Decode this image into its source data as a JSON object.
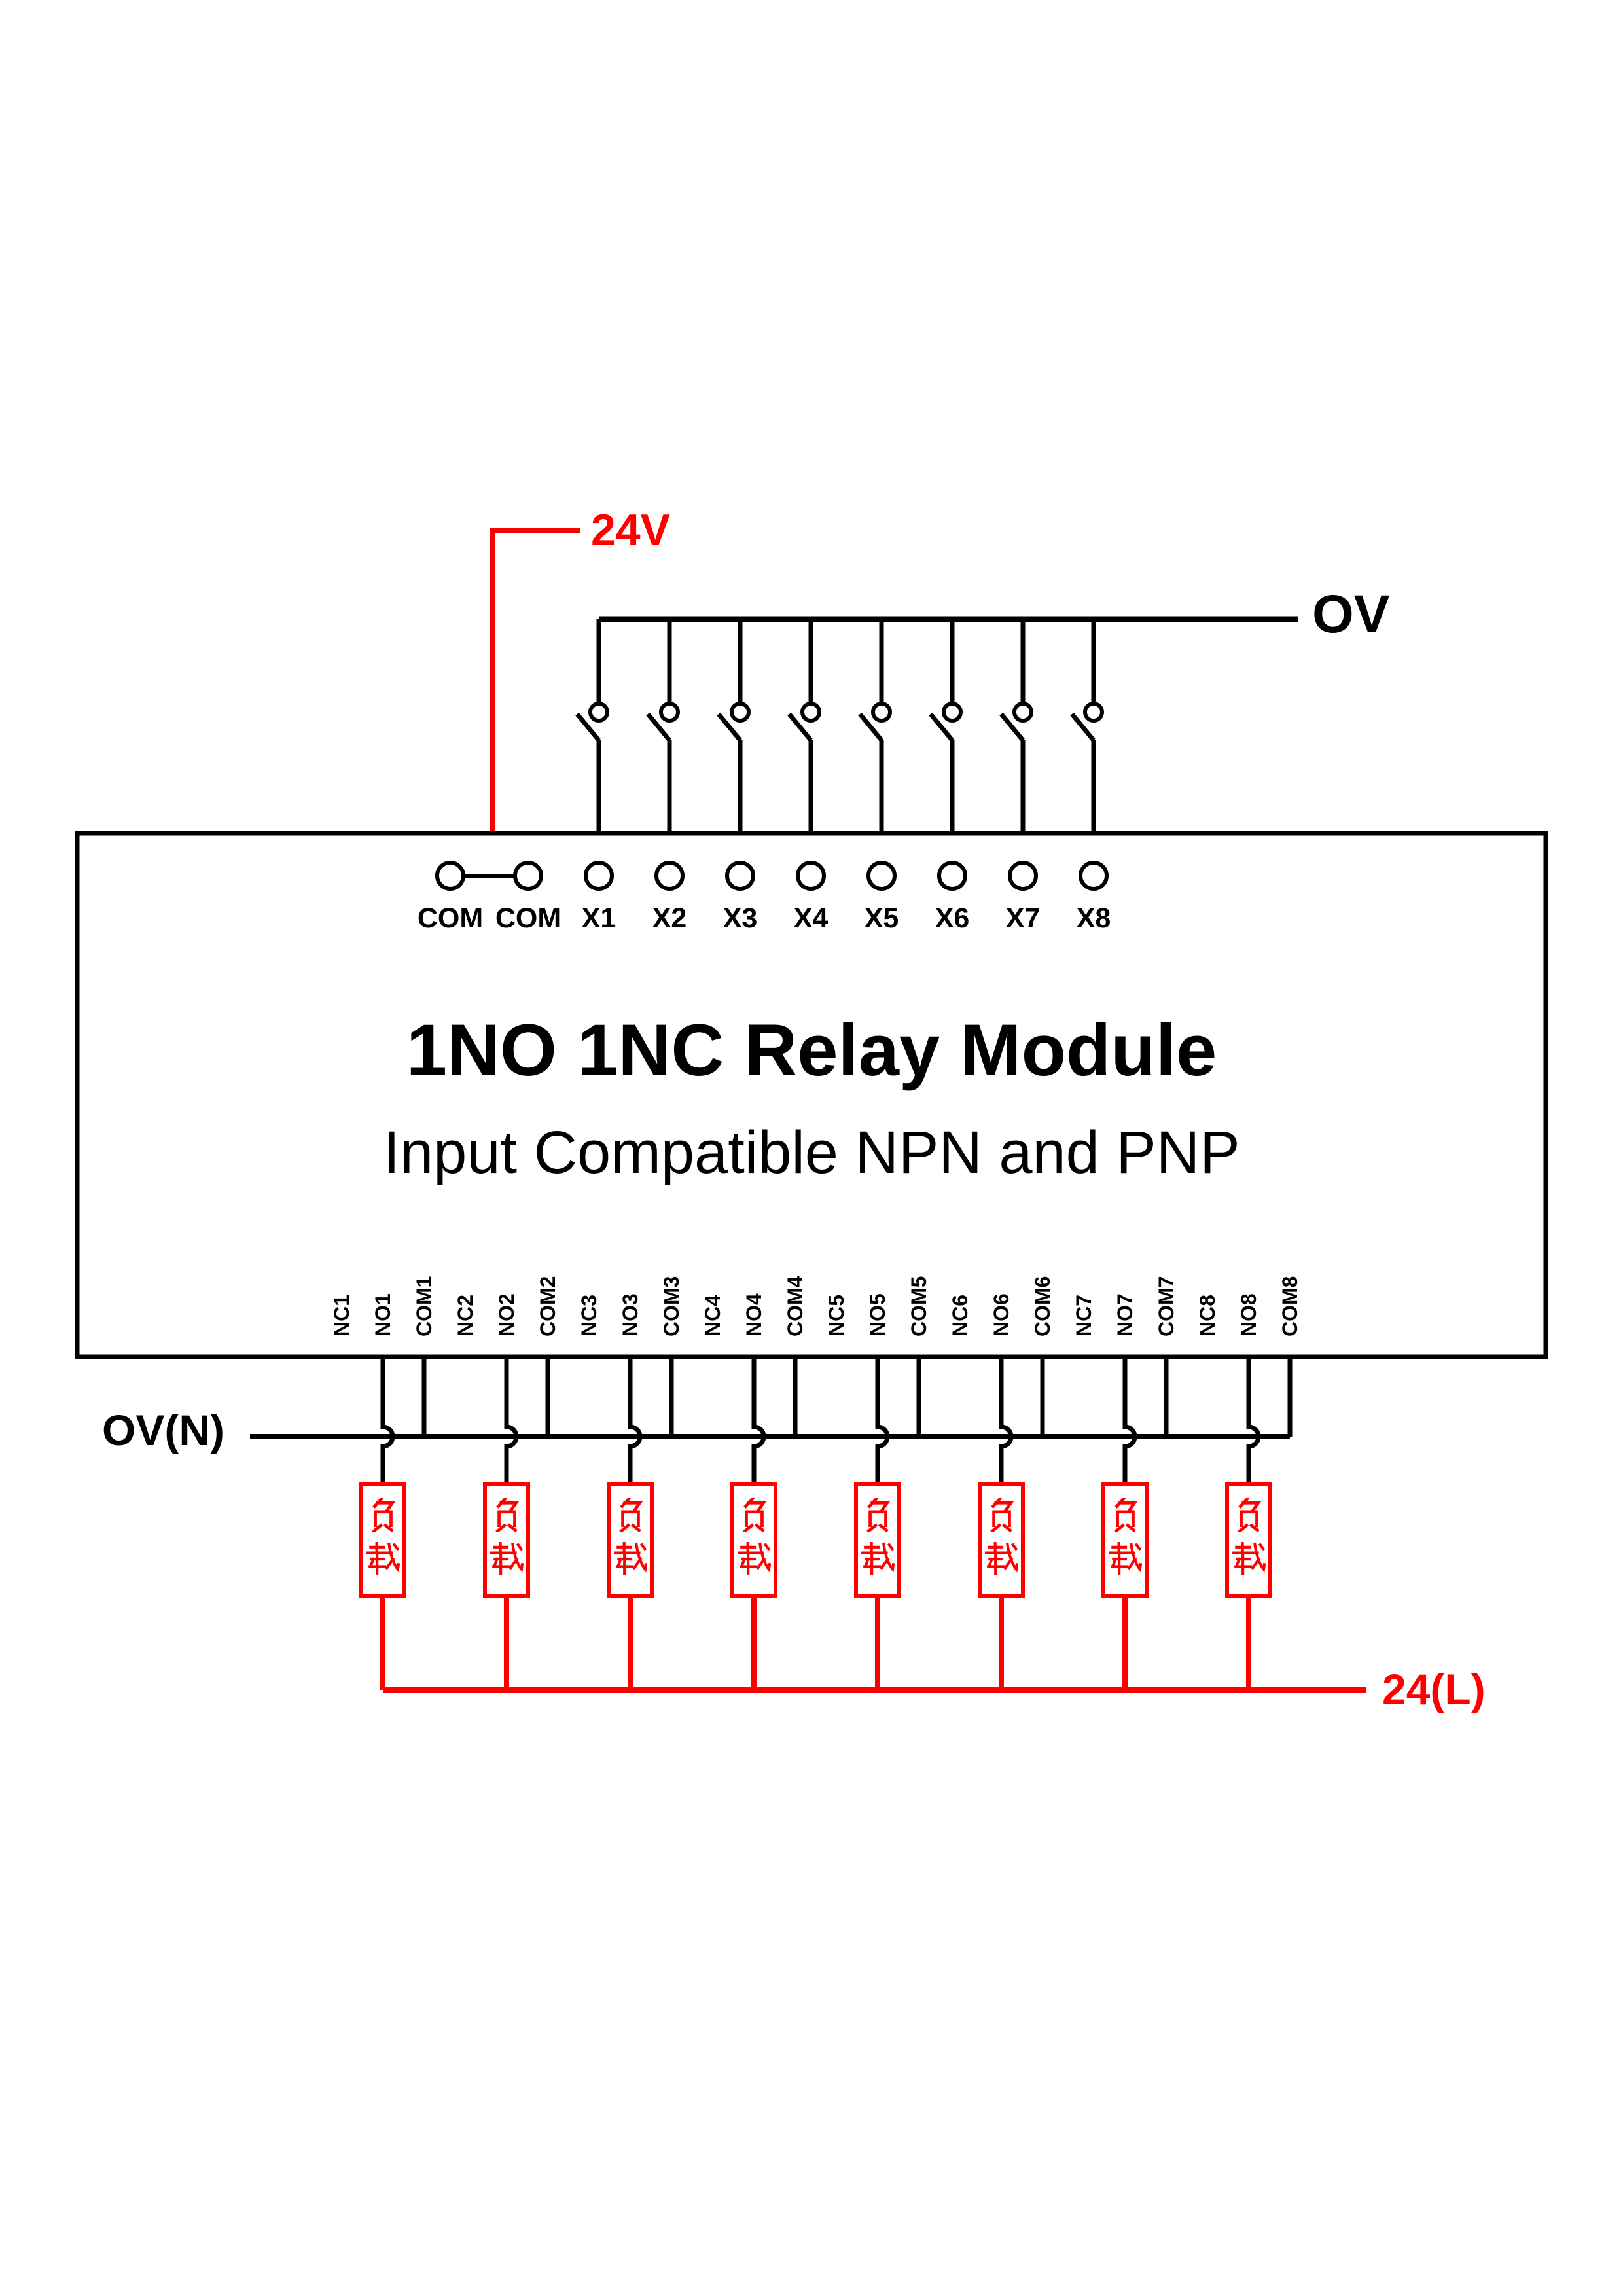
{
  "diagram": {
    "power_labels": {
      "supply_24v": "24V",
      "ov": "OV",
      "ov_n": "OV(N)",
      "l_24": "24(L)"
    },
    "module": {
      "title": "1NO 1NC Relay Module",
      "subtitle": "Input Compatible NPN and PNP",
      "top_terminals": [
        "COM",
        "COM",
        "X1",
        "X2",
        "X3",
        "X4",
        "X5",
        "X6",
        "X7",
        "X8"
      ],
      "bottom_terminals": [
        "NC1",
        "NO1",
        "COM1",
        "NC2",
        "NO2",
        "COM2",
        "NC3",
        "NO3",
        "COM3",
        "NC4",
        "NO4",
        "COM4",
        "NC5",
        "NO5",
        "COM5",
        "NC6",
        "NO6",
        "COM6",
        "NC7",
        "NO7",
        "COM7",
        "NC8",
        "NO8",
        "COM8"
      ]
    },
    "load_label": "负载",
    "load_chars": [
      "负",
      "载"
    ],
    "channel_count": 8,
    "colors": {
      "wire": "#000000",
      "accent": "#ff0000",
      "background": "#ffffff"
    }
  }
}
